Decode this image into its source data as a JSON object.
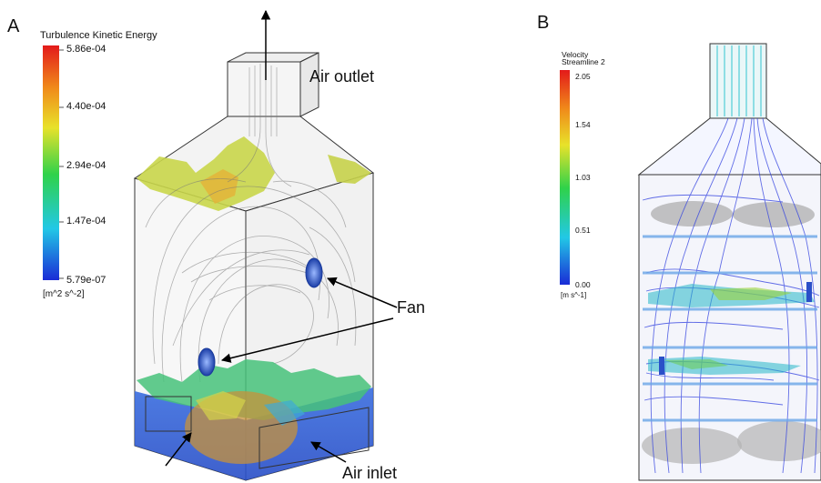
{
  "panel_a": {
    "letter": "A",
    "colorbar": {
      "title": "Turbulence Kinetic Energy",
      "ticks": [
        "5.86e-04",
        "4.40e-04",
        "2.94e-04",
        "1.47e-04",
        "5.79e-07"
      ],
      "unit": "[m^2 s^-2]"
    },
    "annotations": {
      "outlet": "Air outlet",
      "fan": "Fan",
      "inlet": "Air inlet"
    }
  },
  "panel_b": {
    "letter": "B",
    "colorbar": {
      "title_line1": "Velocity",
      "title_line2": "Streamline 2",
      "ticks": [
        "2.05",
        "1.54",
        "1.03",
        "0.51",
        "0.00"
      ],
      "unit": "[m s^-1]"
    }
  },
  "colors": {
    "scale": [
      "#1a2bd6",
      "#22c8e6",
      "#2fd24a",
      "#e8e22a",
      "#f08a1a",
      "#e31a1a"
    ]
  }
}
